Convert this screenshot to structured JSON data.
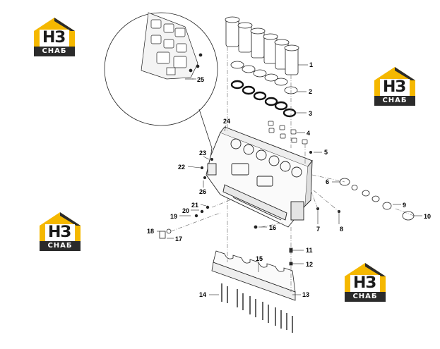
{
  "logo": {
    "mark": "НЗ",
    "caption": "СНАБ",
    "accent": "#f5b800",
    "dark": "#2b2b2b"
  },
  "callouts": {
    "c1": "1",
    "c2": "2",
    "c3": "3",
    "c4": "4",
    "c5": "5",
    "c6": "6",
    "c7": "7",
    "c8": "8",
    "c9": "9",
    "c10": "10",
    "c11": "11",
    "c12": "12",
    "c13": "13",
    "c14": "14",
    "c15": "15",
    "c16": "16",
    "c17": "17",
    "c18": "18",
    "c19": "19",
    "c20": "20",
    "c21": "21",
    "c22": "22",
    "c23": "23",
    "c24": "24",
    "c25": "25",
    "c26": "26"
  }
}
